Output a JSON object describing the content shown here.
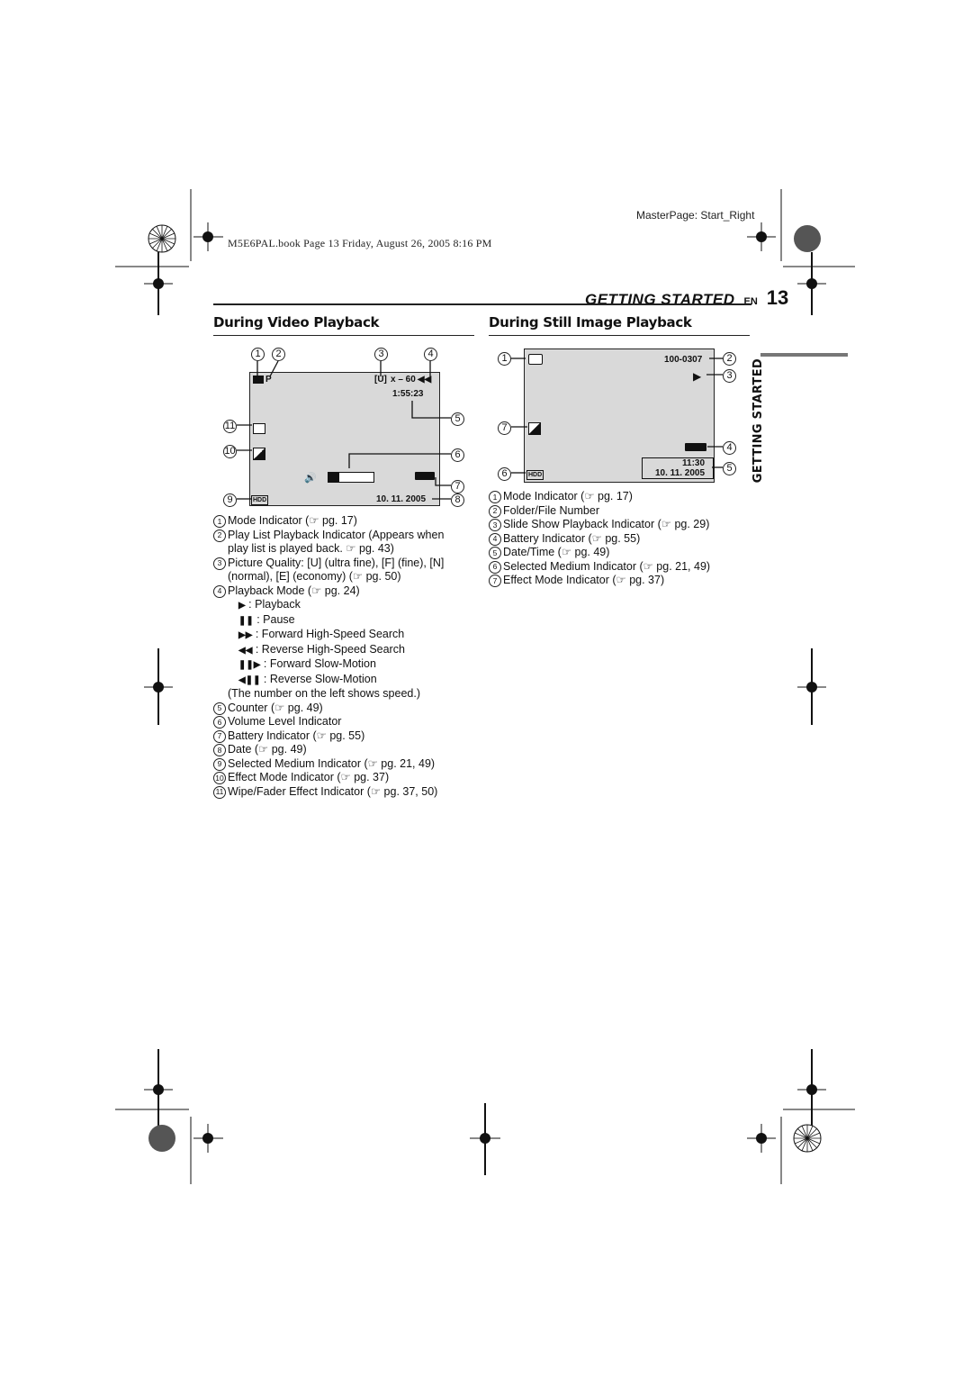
{
  "print_marks": {
    "masterpage": "MasterPage: Start_Right",
    "book_line": "M5E6PAL.book  Page 13  Friday, August 26, 2005  8:16 PM"
  },
  "header": {
    "section": "GETTING STARTED",
    "lang": "EN",
    "page": "13"
  },
  "side_tab": "GETTING STARTED",
  "video": {
    "title": "During Video Playback",
    "callouts": [
      "1",
      "2",
      "3",
      "4",
      "5",
      "6",
      "7",
      "8",
      "9",
      "10",
      "11"
    ],
    "screen": {
      "mode_p": "P",
      "quality": "[U]",
      "speed": "x – 60",
      "counter": "1:55:23",
      "date": "10. 11. 2005",
      "medium": "HDD"
    },
    "items": [
      {
        "n": "1",
        "text": "Mode Indicator (☞ pg. 17)"
      },
      {
        "n": "2",
        "text": "Play List Playback Indicator (Appears when play list is played back. ☞ pg. 43)"
      },
      {
        "n": "3",
        "text": "Picture Quality: [U] (ultra fine), [F] (fine), [N] (normal), [E] (economy) (☞ pg. 50)"
      },
      {
        "n": "4",
        "text": "Playback Mode (☞ pg. 24)"
      }
    ],
    "modes": [
      {
        "sym": "▶",
        "text": " : Playback"
      },
      {
        "sym": "❚❚",
        "text": " : Pause"
      },
      {
        "sym": "▶▶",
        "text": " : Forward High-Speed Search"
      },
      {
        "sym": "◀◀",
        "text": " : Reverse High-Speed Search"
      },
      {
        "sym": "❚❚▶",
        "text": " : Forward Slow-Motion"
      },
      {
        "sym": "◀❚❚",
        "text": " : Reverse Slow-Motion"
      }
    ],
    "modes_note": "(The number on the left shows speed.)",
    "items2": [
      {
        "n": "5",
        "text": "Counter (☞ pg. 49)"
      },
      {
        "n": "6",
        "text": "Volume Level Indicator"
      },
      {
        "n": "7",
        "text": "Battery Indicator (☞ pg. 55)"
      },
      {
        "n": "8",
        "text": "Date (☞ pg. 49)"
      },
      {
        "n": "9",
        "text": "Selected Medium Indicator (☞ pg. 21, 49)"
      },
      {
        "n": "10",
        "text": "Effect Mode Indicator (☞ pg. 37)"
      },
      {
        "n": "11",
        "text": "Wipe/Fader Effect Indicator (☞ pg. 37, 50)"
      }
    ]
  },
  "still": {
    "title": "During Still Image Playback",
    "callouts": [
      "1",
      "2",
      "3",
      "4",
      "5",
      "6",
      "7"
    ],
    "screen": {
      "folder": "100-0307",
      "time": "11:30",
      "date": "10. 11. 2005",
      "medium": "HDD"
    },
    "items": [
      {
        "n": "1",
        "text": "Mode Indicator (☞ pg. 17)"
      },
      {
        "n": "2",
        "text": "Folder/File Number"
      },
      {
        "n": "3",
        "text": "Slide Show Playback Indicator (☞ pg. 29)"
      },
      {
        "n": "4",
        "text": "Battery Indicator (☞ pg. 55)"
      },
      {
        "n": "5",
        "text": "Date/Time (☞ pg. 49)"
      },
      {
        "n": "6",
        "text": "Selected Medium Indicator (☞ pg. 21, 49)"
      },
      {
        "n": "7",
        "text": "Effect Mode Indicator (☞ pg. 37)"
      }
    ]
  }
}
